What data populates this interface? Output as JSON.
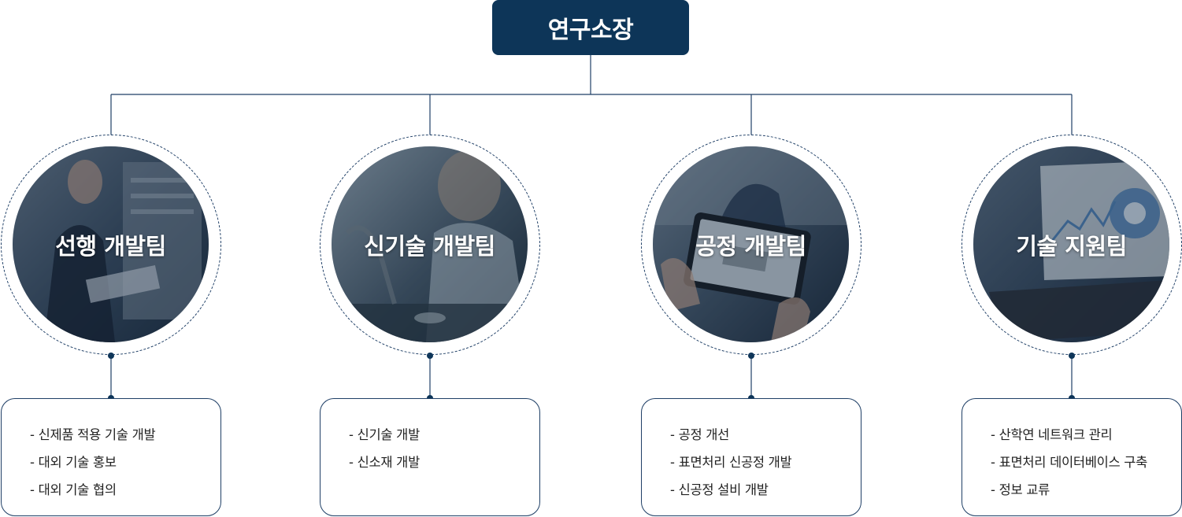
{
  "root": {
    "title": "연구소장"
  },
  "teams": [
    {
      "name": "선행 개발팀",
      "duties": [
        "- 신제품 적용 기술 개발",
        "- 대외 기술 홍보",
        "- 대외 기술 협의"
      ]
    },
    {
      "name": "신기술 개발팀",
      "duties": [
        "- 신기술 개발",
        "- 신소재 개발"
      ]
    },
    {
      "name": "공정 개발팀",
      "duties": [
        "- 공정 개선",
        "- 표면처리 신공정 개발",
        "- 신공정 설비 개발"
      ]
    },
    {
      "name": "기술 지원팀",
      "duties": [
        "- 산학연 네트워크 관리",
        "- 표면처리 데이터베이스 구축",
        "- 정보 교류"
      ]
    }
  ],
  "colors": {
    "navy": "#0d3558",
    "line": "#1f3f66"
  }
}
